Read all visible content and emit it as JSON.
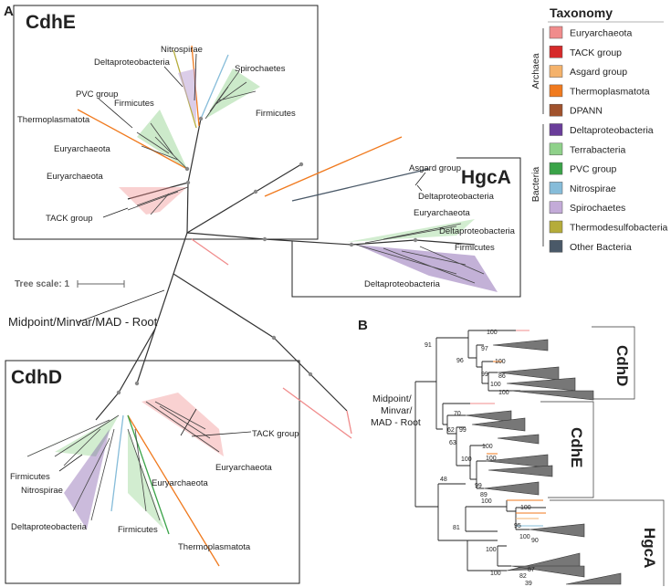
{
  "panels": {
    "a": "A",
    "b": "B"
  },
  "boxes": {
    "cdhe": "CdhE",
    "hgca": "HgcA",
    "cdhd": "CdhD"
  },
  "labels": {
    "nitrospirae_top": "Nitrospirae",
    "delta_top": "Deltaproteobacteria",
    "spirochaetes": "Spirochaetes",
    "pvc_group": "PVC group",
    "firmicutes_top1": "Firmicutes",
    "firmicutes_top2": "Firmicutes",
    "thermoplasmatota_top": "Thermoplasmatota",
    "euryarchaeota_top1": "Euryarchaeota",
    "euryarchaeota_top2": "Euryarchaeota",
    "tack_top": "TACK group",
    "asgard": "Asgard group",
    "delta_hgca1": "Deltaproteobacteria",
    "euryarchaeota_hgca": "Euryarchaeota",
    "delta_hgca2": "Deltaproteobacteria",
    "firmicutes_hgca": "Firmicutes",
    "delta_hgca3": "Deltaproteobacteria",
    "tree_scale": "Tree scale: 1",
    "root": "Midpoint/Minvar/MAD - Root",
    "tack_bottom": "TACK group",
    "euryarchaeota_bottom1": "Euryarchaeota",
    "euryarchaeota_bottom2": "Euryarchaeota",
    "firmicutes_bottom1": "Firmicutes",
    "nitrospirae_bottom": "Nitrospirae",
    "delta_bottom": "Deltaproteobacteria",
    "firmicutes_bottom2": "Firmicutes",
    "thermoplasmatota_bottom": "Thermoplasmatota"
  },
  "legend": {
    "title": "Taxonomy",
    "archaea_label": "Archaea",
    "bacteria_label": "Bacteria",
    "items": [
      {
        "label": "Euryarchaeota",
        "color": "#f08c8c"
      },
      {
        "label": "TACK group",
        "color": "#d62a2a"
      },
      {
        "label": "Asgard group",
        "color": "#f4b26b"
      },
      {
        "label": "Thermoplasmatota",
        "color": "#f07a1e"
      },
      {
        "label": "DPANN",
        "color": "#a0522d"
      },
      {
        "label": "Deltaproteobacteria",
        "color": "#6a3d9a"
      },
      {
        "label": "Terrabacteria",
        "color": "#8fd18a"
      },
      {
        "label": "PVC group",
        "color": "#3aa348"
      },
      {
        "label": "Nitrospirae",
        "color": "#86bcd9"
      },
      {
        "label": "Spirochaetes",
        "color": "#c3abd8"
      },
      {
        "label": "Thermodesulfobacteria",
        "color": "#b5ac3a"
      },
      {
        "label": "Other Bacteria",
        "color": "#4a5968"
      }
    ]
  },
  "panel_b": {
    "root_label": [
      "Midpoint/",
      "Minvar/",
      "MAD - Root"
    ],
    "clade_labels": {
      "cdhd": "CdhD",
      "cdhe": "CdhE",
      "hgca": "HgcA"
    },
    "bootstrap": [
      "100",
      "91",
      "97",
      "96",
      "100",
      "99",
      "86",
      "100",
      "100",
      "70",
      "62",
      "99",
      "63",
      "100",
      "100",
      "100",
      "99",
      "89",
      "48",
      "100",
      "100",
      "95",
      "100",
      "90",
      "81",
      "100",
      "100",
      "87",
      "82",
      "39"
    ]
  }
}
